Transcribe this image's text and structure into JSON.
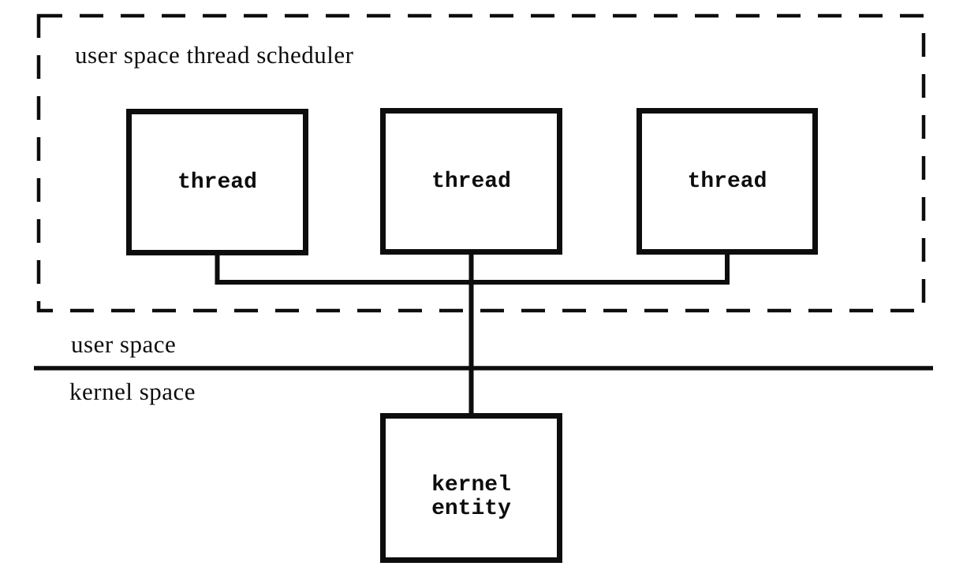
{
  "diagram": {
    "scheduler": {
      "title": "user space thread scheduler",
      "threads": [
        {
          "label": "thread"
        },
        {
          "label": "thread"
        },
        {
          "label": "thread"
        }
      ]
    },
    "boundary": {
      "user_space_label": "user space",
      "kernel_space_label": "kernel space"
    },
    "kernel_entity": {
      "line1": "kernel",
      "line2": "entity"
    },
    "colors": {
      "ink": "#0d0d0d",
      "background": "#ffffff"
    }
  }
}
